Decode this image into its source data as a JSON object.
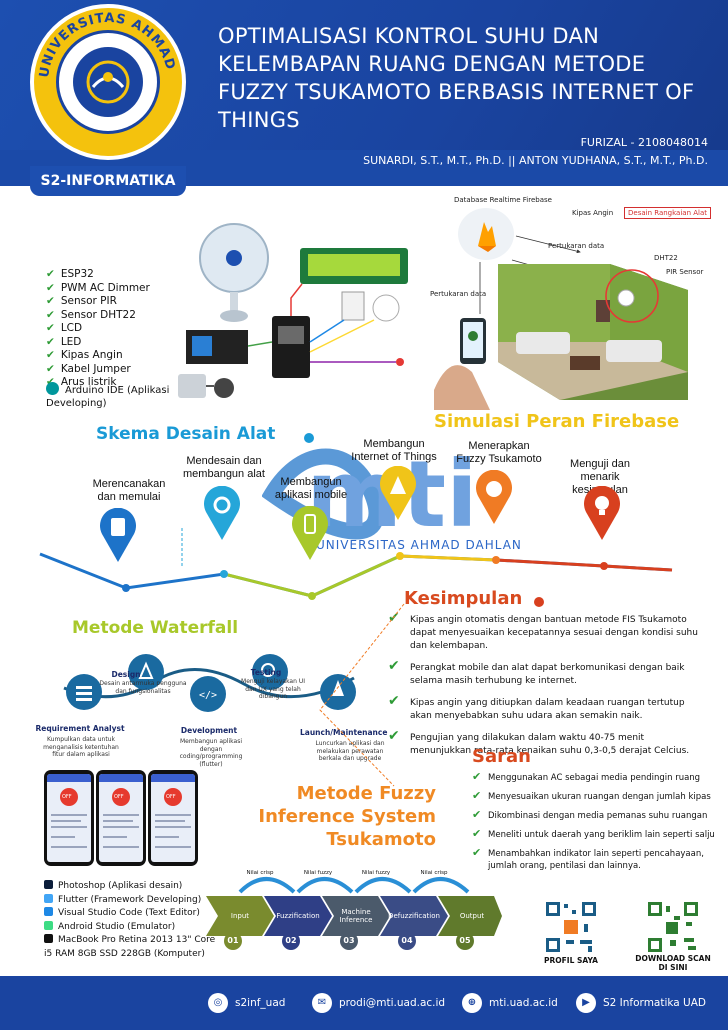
{
  "header": {
    "title": "OPTIMALISASI KONTROL SUHU DAN KELEMBAPAN RUANG DENGAN METODE FUZZY TSUKAMOTO BERBASIS INTERNET OF THINGS",
    "logo_text": "UNIVERSITAS AHMAD DAHLAN",
    "program": "S2-INFORMATIKA",
    "author": "FURIZAL - 2108048014",
    "advisors": "SUNARDI, S.T., M.T., Ph.D. || ANTON YUDHANA, S.T., M.T., Ph.D."
  },
  "components": [
    "ESP32",
    "PWM AC Dimmer",
    "Sensor PIR",
    "Sensor DHT22",
    "LCD",
    "LED",
    "Kipas Angin",
    "Kabel Jumper",
    "Arus listrik"
  ],
  "arduino": "Arduino IDE (Aplikasi Developing)",
  "firebase": {
    "db_label": "Database Realtime Firebase",
    "kipas_label": "Kipas Angin",
    "desain_label": "Desain Rangkaian Alat",
    "pertukaran1": "Pertukaran data",
    "pertukaran2": "Pertukaran data",
    "dht_label": "DHT22",
    "pir_label": "PIR Sensor"
  },
  "headings": {
    "skema": "Skema Desain Alat",
    "simulasi": "Simulasi Peran Firebase",
    "waterfall": "Metode Waterfall",
    "kesimpulan": "Kesimpulan",
    "saran": "Saran",
    "fuzzy_title": "Metode Fuzzy Inference System Tsukamoto"
  },
  "watermark": {
    "brand": "mti",
    "univ": "UNIVERSITAS AHMAD DAHLAN"
  },
  "steps": [
    "Merencanakan dan memulai",
    "Mendesain dan membangun alat",
    "Membangun aplikasi mobile",
    "Membangun Internet of Things",
    "Menerapkan Fuzzy Tsukamoto",
    "Menguji dan menarik kesimpulan"
  ],
  "colors": {
    "header_blue": "#1a44a0",
    "pin_blue": "#1d73c9",
    "pin_cyan": "#25a6d9",
    "pin_lime": "#a8c82a",
    "pin_yellow": "#f0c419",
    "pin_orange": "#f07b24",
    "pin_red": "#d8401f"
  },
  "kesimpulan": [
    "Kipas angin otomatis dengan bantuan metode FIS Tsukamoto dapat menyesuaikan kecepatannya sesuai dengan kondisi suhu dan kelembapan.",
    "Perangkat mobile dan alat dapat berkomunikasi dengan baik selama masih terhubung ke internet.",
    "Kipas angin yang ditiupkan dalam keadaan ruangan tertutup akan menyebabkan suhu udara akan semakin naik.",
    "Pengujian yang dilakukan dalam waktu 40-75 menit menunjukkan rata-rata kenaikan suhu 0,3-0,5 derajat Celcius."
  ],
  "saran": [
    "Menggunakan AC sebagai media pendingin ruang",
    "Menyesuaikan ukuran ruangan dengan jumlah kipas",
    "Dikombinasi dengan media pemanas suhu ruangan",
    "Meneliti untuk daerah yang beriklim lain seperti salju",
    "Menambahkan indikator lain seperti pencahayaan, jumlah orang, pentilasi dan lainnya."
  ],
  "waterfall": {
    "requirement": {
      "title": "Requirement Analyst",
      "desc": "Kumpulkan data untuk menganalisis ketentuhan fitur dalam aplikasi"
    },
    "design": {
      "title": "Design",
      "desc": "Desain antarmuka pengguna dan fungsionalitas"
    },
    "development": {
      "title": "Development",
      "desc": "Membangun aplikasi dengan coding/programming (flutter)"
    },
    "testing": {
      "title": "Testing",
      "desc": "Menguji kelayakan UI dan UX yang telah dibangun"
    },
    "launch": {
      "title": "Launch/Maintenance",
      "desc": "Luncurkan aplikasi dan melakukan perawatan berkala dan upgrade"
    }
  },
  "phone_button": "OFF",
  "tools": [
    {
      "label": "Photoshop (Aplikasi desain)",
      "color": "#0b1d3a"
    },
    {
      "label": "Flutter (Framework Developing)",
      "color": "#42a5f5"
    },
    {
      "label": "Visual Studio Code (Text Editor)",
      "color": "#1e88e5"
    },
    {
      "label": "Android Studio (Emulator)",
      "color": "#3ddc84"
    },
    {
      "label": "MacBook Pro Retina 2013 13\" Core i5 RAM 8GB SSD 228GB (Komputer)",
      "color": "#111111"
    }
  ],
  "fuzzy_flow": {
    "stages": [
      "Input",
      "Fuzzification",
      "Machine Inference",
      "Defuzzification",
      "Output"
    ],
    "numbers": [
      "01",
      "02",
      "03",
      "04",
      "05"
    ],
    "arcs": [
      "Nilai crisp",
      "Nilai fuzzy",
      "Nilai fuzzy",
      "Nilai crisp"
    ]
  },
  "qr": {
    "profil": "PROFIL SAYA",
    "download": "DOWNLOAD SCAN DI SINI"
  },
  "footer": {
    "instagram": "s2inf_uad",
    "email": "prodi@mti.uad.ac.id",
    "web": "mti.uad.ac.id",
    "youtube": "S2 Informatika UAD"
  }
}
